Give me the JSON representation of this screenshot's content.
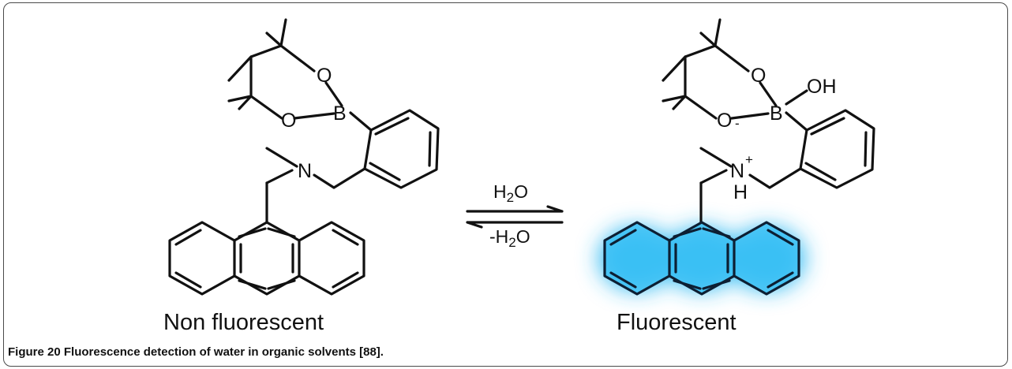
{
  "figure": {
    "caption_label": "Figure 20",
    "caption_text": "Fluorescence detection of water in organic solvents [88]."
  },
  "reaction": {
    "forward_reagent": "H",
    "forward_reagent_sub": "2",
    "forward_reagent_tail": "O",
    "reverse_reagent": "-H",
    "reverse_reagent_sub": "2",
    "reverse_reagent_tail": "O"
  },
  "left_molecule": {
    "label": "Non fluorescent",
    "atoms": {
      "o_top": "O",
      "o_bottom": "O",
      "boron": "B",
      "nitrogen": "N"
    }
  },
  "right_molecule": {
    "label": "Fluorescent",
    "glow_color": "#2fb9f2",
    "atoms": {
      "o_top": "O",
      "o_bottom": "O",
      "boron": "B",
      "hydroxyl": "OH",
      "nitrogen": "N",
      "hydrogen": "H",
      "plus_charge": "+",
      "minus_charge": "-"
    }
  }
}
